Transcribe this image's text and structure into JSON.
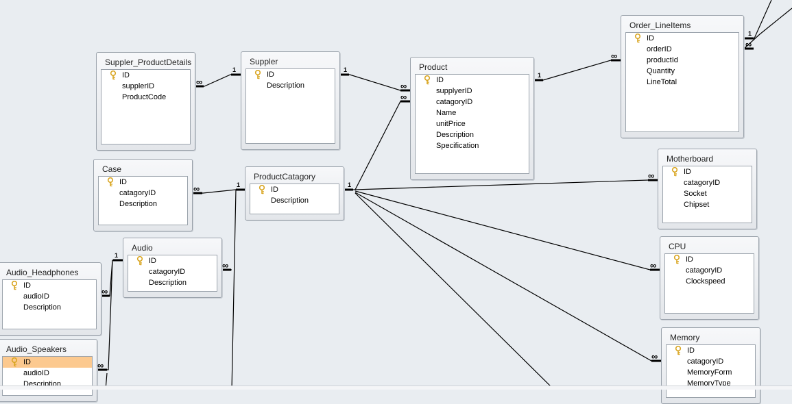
{
  "tables": {
    "suppler_productdetails": {
      "title": "Suppler_ProductDetails",
      "fields": [
        "ID",
        "supplerID",
        "ProductCode"
      ]
    },
    "suppler": {
      "title": "Suppler",
      "fields": [
        "ID",
        "Description"
      ]
    },
    "product": {
      "title": "Product",
      "fields": [
        "ID",
        "supplyerID",
        "catagoryID",
        "Name",
        "unitPrice",
        "Description",
        "Specification"
      ]
    },
    "order_lineitems": {
      "title": "Order_LineItems",
      "fields": [
        "ID",
        "orderID",
        "productId",
        "Quantity",
        "LineTotal"
      ]
    },
    "case": {
      "title": "Case",
      "fields": [
        "ID",
        "catagoryID",
        "Description"
      ]
    },
    "productcatagory": {
      "title": "ProductCatagory",
      "fields": [
        "ID",
        "Description"
      ]
    },
    "motherboard": {
      "title": "Motherboard",
      "fields": [
        "ID",
        "catagoryID",
        "Socket",
        "Chipset"
      ]
    },
    "audio": {
      "title": "Audio",
      "fields": [
        "ID",
        "catagoryID",
        "Description"
      ]
    },
    "audio_headphones": {
      "title": "Audio_Headphones",
      "fields": [
        "ID",
        "audioID",
        "Description"
      ]
    },
    "cpu": {
      "title": "CPU",
      "fields": [
        "ID",
        "catagoryID",
        "Clockspeed"
      ]
    },
    "audio_speakers": {
      "title": "Audio_Speakers",
      "fields": [
        "ID",
        "audioID",
        "Description"
      ]
    },
    "memory": {
      "title": "Memory",
      "fields": [
        "ID",
        "catagoryID",
        "MemoryForm",
        "MemoryType"
      ]
    }
  },
  "relationship_marks": {
    "one": "1",
    "many": "∞"
  },
  "colors": {
    "canvas": "#e9edf1",
    "selected_row": "#fcc98f",
    "key_icon": "#d9a520"
  }
}
